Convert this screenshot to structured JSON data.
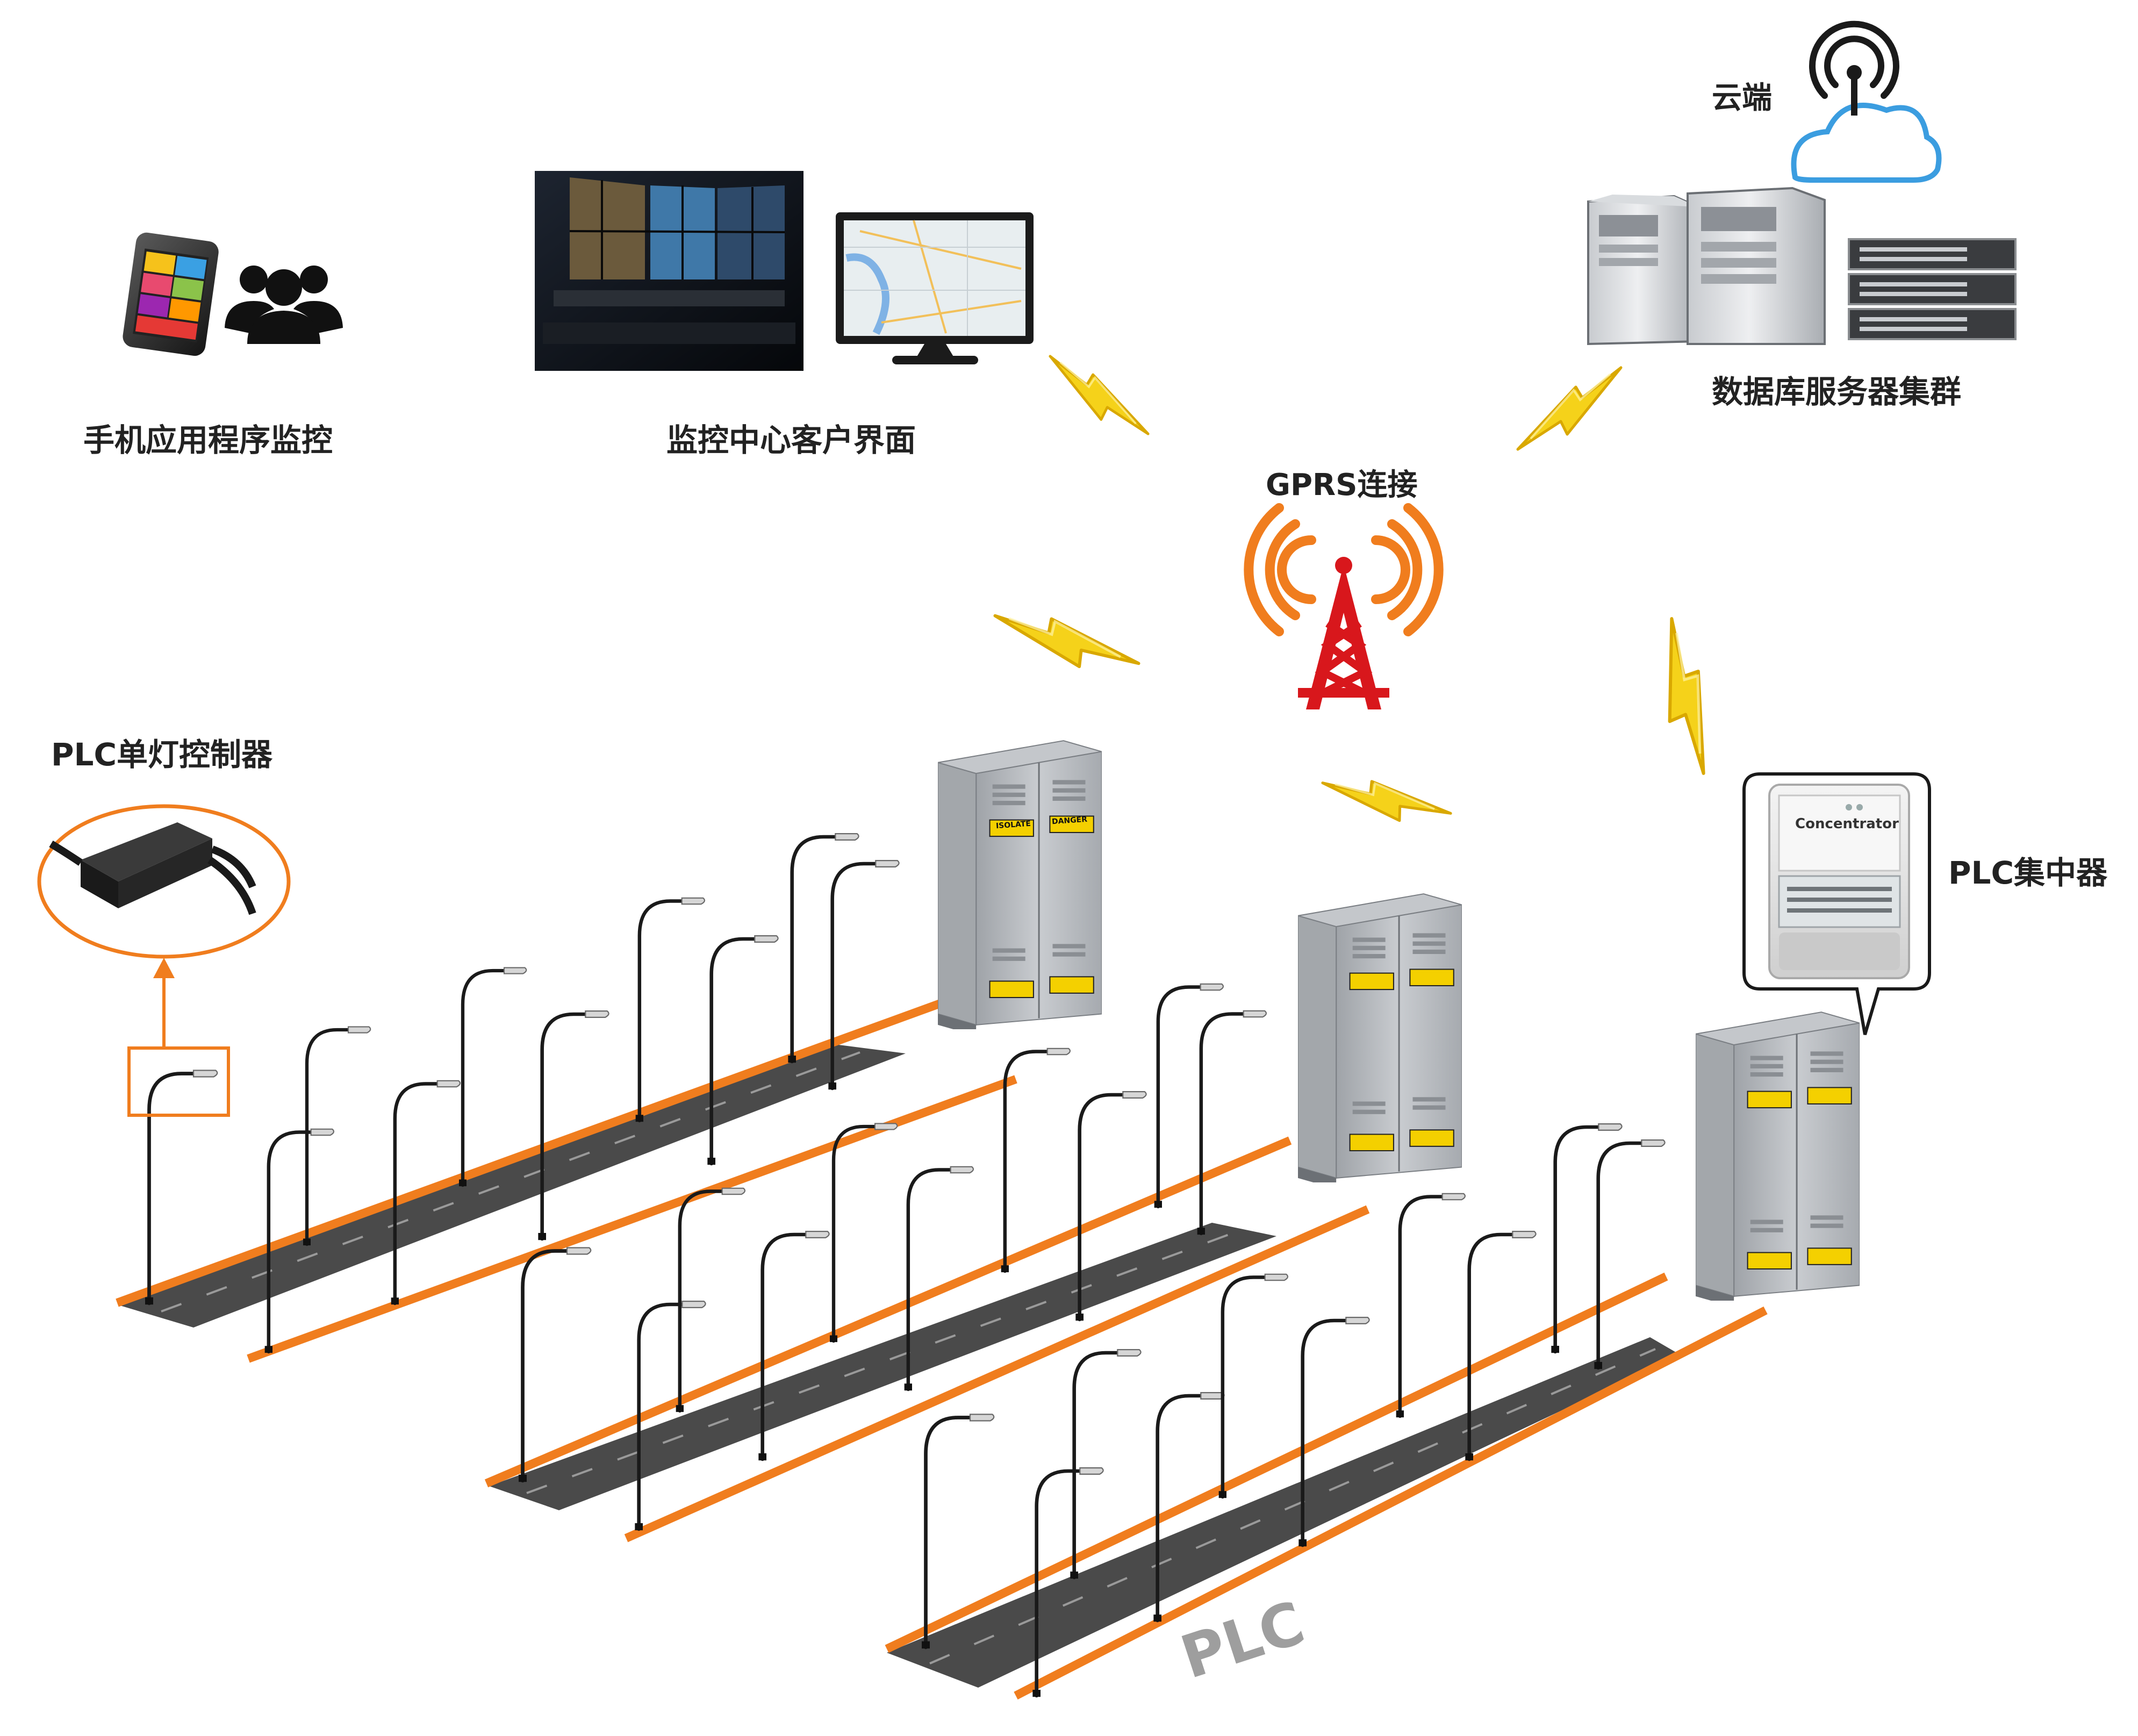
{
  "labels": {
    "mobile_app": "手机应用程序监控",
    "control_center": "监控中心客户界面",
    "gprs": "GPRS连接",
    "cloud": "云端",
    "db_cluster": "数据库服务器集群",
    "single_lamp_controller": "PLC单灯控制器",
    "concentrator": "PLC集中器",
    "plc": "PLC"
  },
  "device_text": {
    "cabinet_isolate": "ISOLATE",
    "cabinet_danger": "DANGER",
    "concentrator_model": "Concentrator"
  },
  "colors": {
    "lightning": "#f5d21a",
    "lightning_edge": "#d9a800",
    "accent_orange": "#f07d1e",
    "tower_red": "#d8171c",
    "road": "#4a4a4a",
    "cabinet": "#b5b8bc",
    "cloud": "#3b9de0"
  },
  "icons": {
    "mobile": "smartphone-icon",
    "users": "users-group-icon",
    "video_wall": "video-wall-image",
    "monitor": "monitor-map-icon",
    "cloud": "cloud-antenna-icon",
    "servers": "server-cluster-icon",
    "tower": "radio-tower-icon",
    "controller": "plc-controller-device",
    "concentrator": "plc-concentrator-device",
    "cabinet": "distribution-cabinet",
    "street_light": "street-light-pole",
    "road": "road-strip"
  }
}
